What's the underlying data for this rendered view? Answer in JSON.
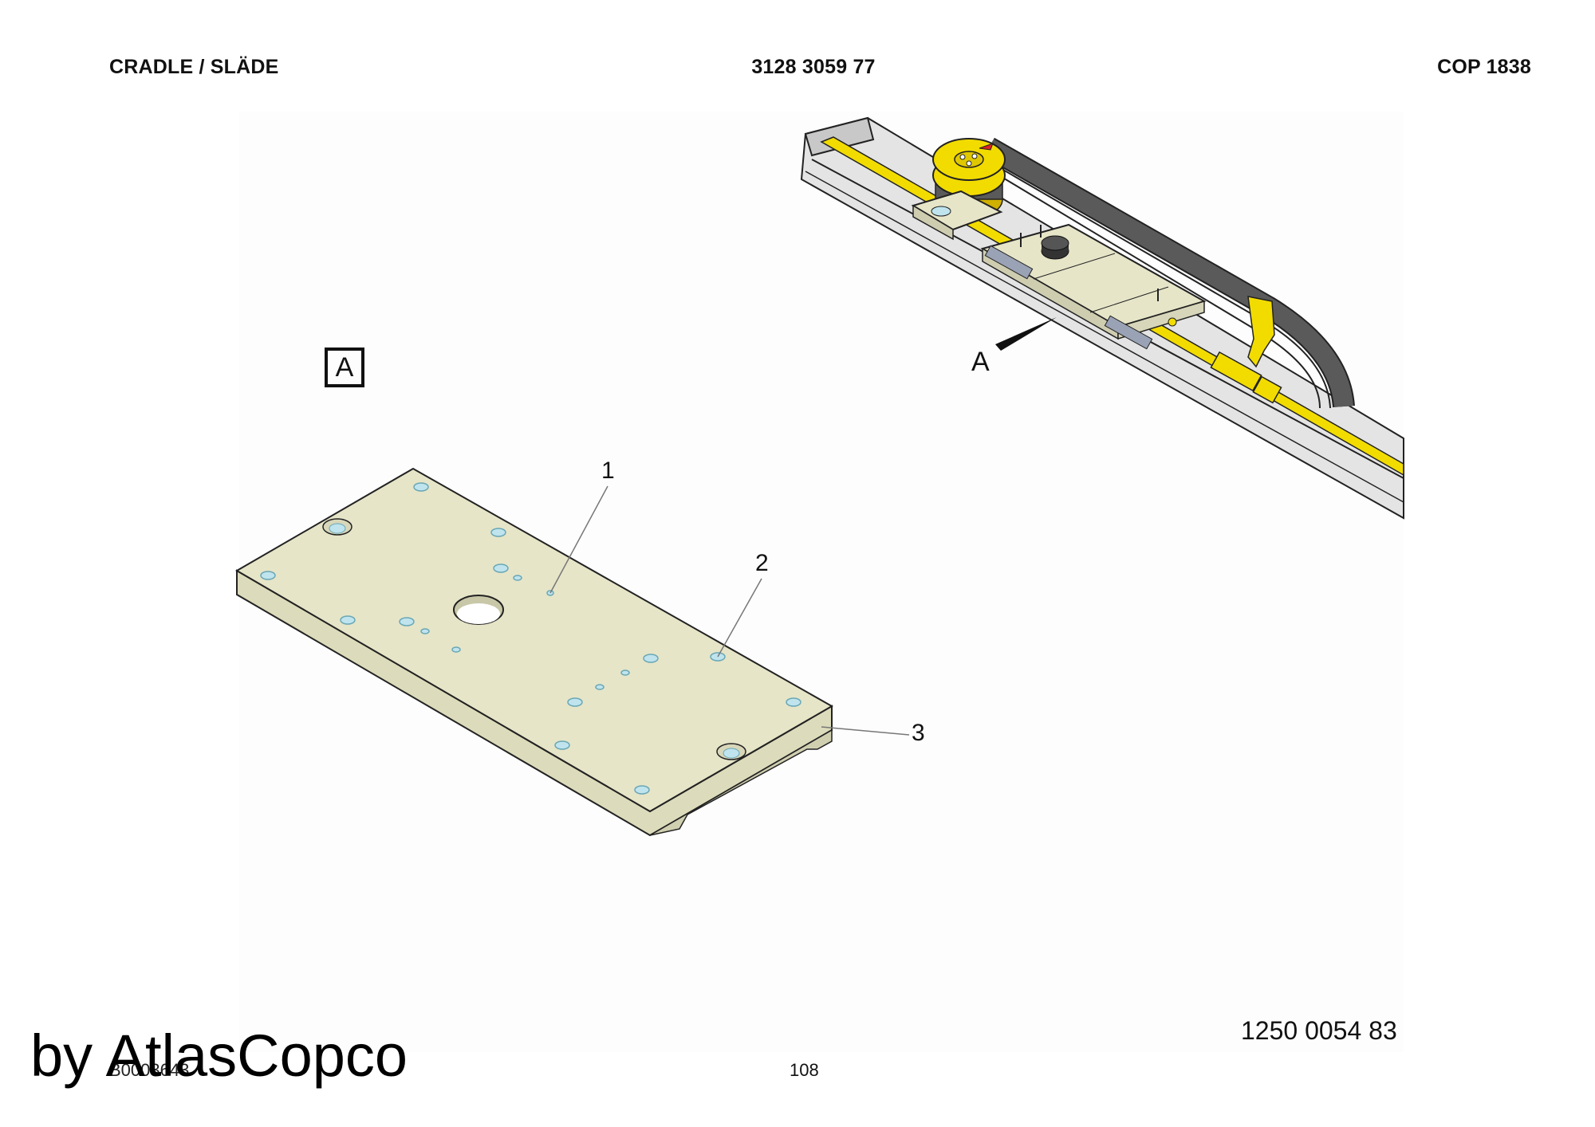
{
  "header": {
    "title": "CRADLE / SLÄDE",
    "document_number": "3128 3059 77",
    "model": "COP 1838"
  },
  "drawing": {
    "view_label": "A",
    "detail_pointer_label": "A",
    "callouts": [
      "1",
      "2",
      "3"
    ],
    "colors": {
      "plate": "#e6e5c8",
      "hole": "#bfe4ee",
      "rail": "#dcdcdc",
      "hose_yellow": "#f2dc00",
      "hose_dark": "#5a5a5a"
    }
  },
  "footer": {
    "part_number": "1250 0054 83",
    "reference_code": "B0003643",
    "page_number": "108",
    "watermark": "by AtlasCopco"
  }
}
